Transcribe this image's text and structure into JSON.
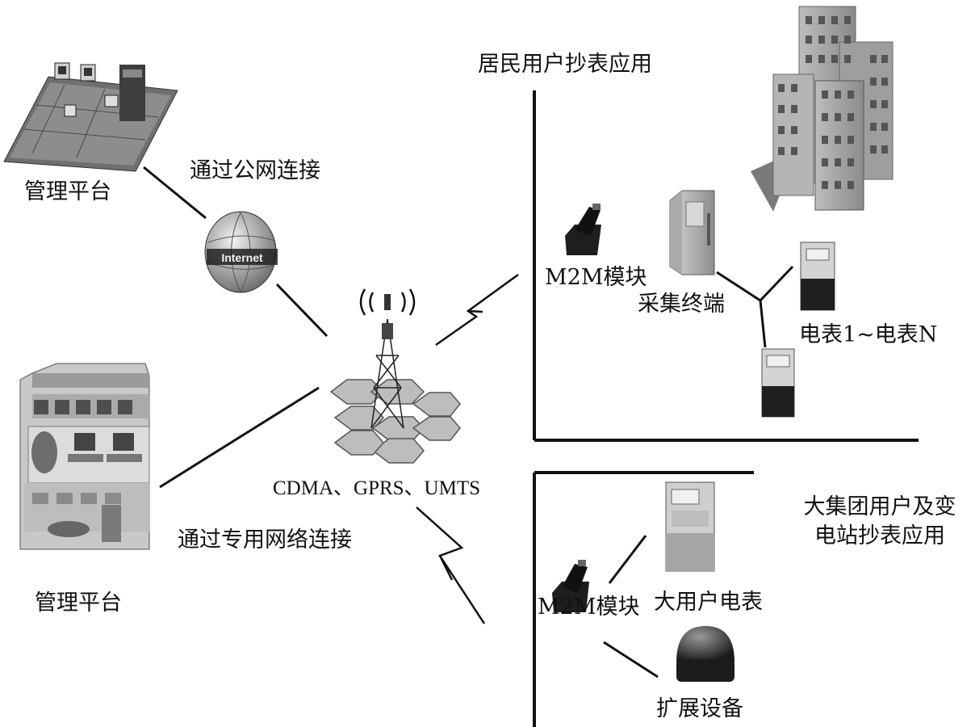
{
  "labels": {
    "mgmt_top": "管理平台",
    "mgmt_bottom": "管理平台",
    "public_net": "通过公网连接",
    "private_net": "通过专用网络连接",
    "network_types": "CDMA、GPRS、UMTS",
    "internet_globe": "Internet",
    "residential_title": "居民用户抄表应用",
    "m2m_top": "M2M模块",
    "collector": "采集终端",
    "meters": "电表1~电表N",
    "group_title": "大集团用户及变电站抄表应用",
    "m2m_bottom": "M2M模块",
    "big_meter": "大用户电表",
    "ext_device": "扩展设备"
  }
}
